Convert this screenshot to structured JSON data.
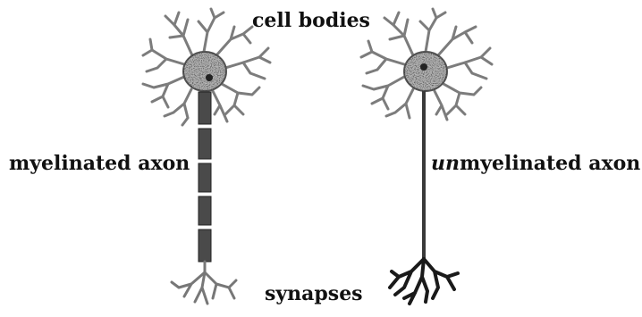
{
  "labels": {
    "cell_bodies": "cell bodies",
    "myelinated_axon": "myelinated axon",
    "unmyelinated_prefix": "un",
    "unmyelinated_rest": "myelinated axon",
    "synapses": "synapses"
  },
  "colors": {
    "dendrite": "#7c7c7c",
    "soma_fill": "#b3b3b3",
    "soma_stroke": "#555555",
    "axon": "#3a3a3a",
    "myelin": "#4a4a4a",
    "terminal_left": "#777777",
    "terminal_right": "#1a1a1a",
    "text": "#111111"
  }
}
